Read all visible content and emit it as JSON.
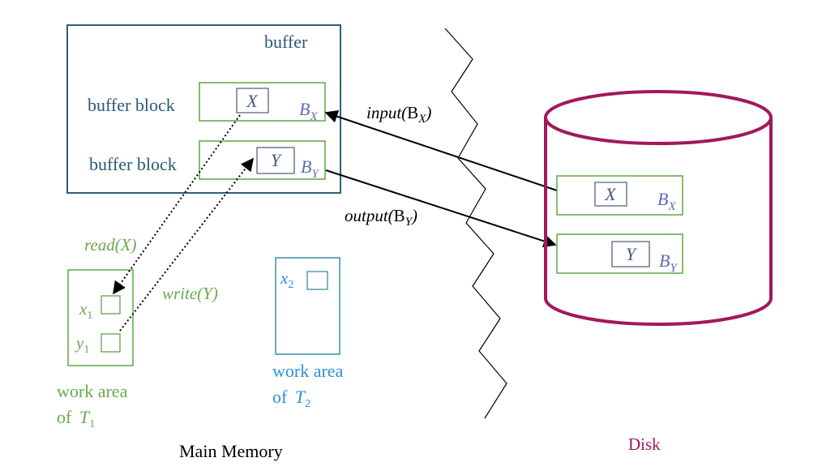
{
  "buffer": {
    "title": "buffer",
    "block_label_top": "buffer block",
    "block_label_bottom": "buffer block",
    "block_x": {
      "item": "X",
      "name": "B",
      "sub": "X"
    },
    "block_y": {
      "item": "Y",
      "name": "B",
      "sub": "Y"
    }
  },
  "operations": {
    "input": {
      "fn": "input(",
      "arg": "B",
      "sub": "X",
      "close": ")"
    },
    "output": {
      "fn": "output(",
      "arg": "B",
      "sub": "Y",
      "close": ")"
    },
    "read": "read(X)",
    "write": "write(Y)"
  },
  "work_area_t1": {
    "var1": {
      "name": "x",
      "sub": "1"
    },
    "var2": {
      "name": "y",
      "sub": "1"
    },
    "caption_line1": "work area",
    "caption_line2_prefix": "of ",
    "caption_var": "T",
    "caption_sub": "1"
  },
  "work_area_t2": {
    "var1": {
      "name": "x",
      "sub": "2"
    },
    "caption_line1": "work area",
    "caption_line2_prefix": "of ",
    "caption_var": "T",
    "caption_sub": "2"
  },
  "disk": {
    "block_x": {
      "item": "X",
      "name": "B",
      "sub": "X"
    },
    "block_y": {
      "item": "Y",
      "name": "B",
      "sub": "Y"
    }
  },
  "labels": {
    "main_memory": "Main Memory",
    "disk": "Disk"
  },
  "colors": {
    "buffer_frame": "#2d5f78",
    "buffer_text": "#2a5a73",
    "green": "#5aa845",
    "green_text": "#6aa84f",
    "blue_text": "#2e8fd6",
    "t2_frame": "#3a8fa0",
    "item_box": "#4a5a7a",
    "b_label": "#5a6fb0",
    "disk": "#a3185b",
    "arrow": "#000000"
  }
}
